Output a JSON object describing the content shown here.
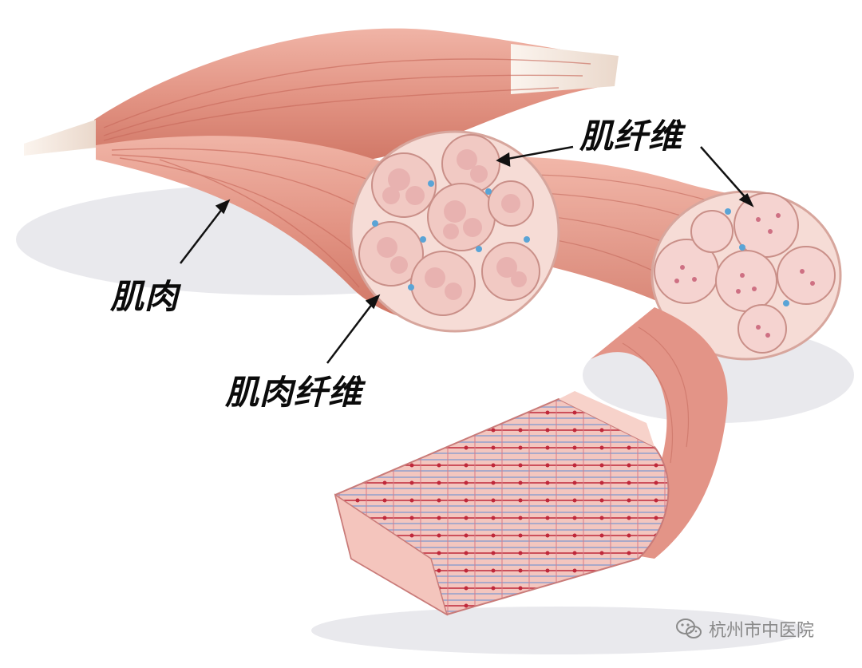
{
  "labels": {
    "muscle": "肌肉",
    "muscle_bundle": "肌肉纤维",
    "muscle_fiber": "肌纤维"
  },
  "watermark": {
    "text": "杭州市中医院",
    "icon": "wechat-icon"
  },
  "colors": {
    "muscle": "#e59a8c",
    "muscle_dark": "#c86a5c",
    "tendon": "#f4e9df",
    "cross_section": "#f6dcd6",
    "myofibril_dot": "#b0445a",
    "sarcomere_red": "#c8202e",
    "nucleus_blue": "#5aa4d6",
    "label_text": "#0b0b0b",
    "watermark_text": "#8a8a8a"
  }
}
